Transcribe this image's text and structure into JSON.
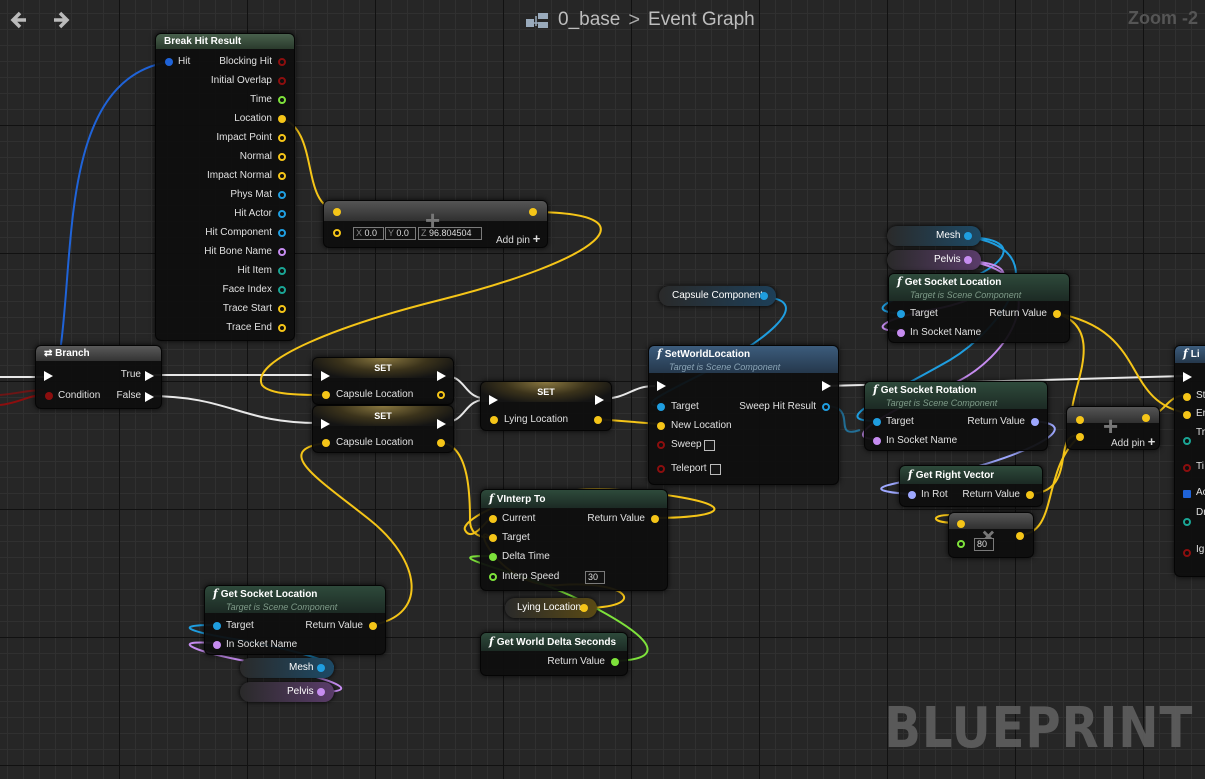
{
  "header": {
    "back_icon": "arrow-left-icon",
    "forward_icon": "arrow-right-icon",
    "graph_icon": "blueprint-graph-icon",
    "breadcrumb_asset": "0_base",
    "breadcrumb_separator": ">",
    "breadcrumb_graph": "Event Graph",
    "zoom": "Zoom -2"
  },
  "watermark": "BLUEPRINT",
  "colors": {
    "exec": "#ffffff",
    "vector": "#f5c518",
    "object": "#1f9ee0",
    "name": "#c68cf0",
    "float": "#7ee23b",
    "bool": "#8c0e0e",
    "rotator": "#9ea8ff",
    "struct_teal": "#1aa595",
    "background": "#262626"
  },
  "nodes": {
    "break_hit": {
      "title": "Break Hit Result",
      "in_hit": "Hit",
      "outputs": [
        "Blocking Hit",
        "Initial Overlap",
        "Time",
        "Location",
        "Impact Point",
        "Normal",
        "Impact Normal",
        "Phys Mat",
        "Hit Actor",
        "Hit Component",
        "Hit Bone Name",
        "Hit Item",
        "Face Index",
        "Trace Start",
        "Trace End"
      ]
    },
    "make_vector": {
      "x_label": "X",
      "x": "0.0",
      "y_label": "Y",
      "y": "0.0",
      "z_label": "Z",
      "z": "96.804504",
      "add_pin": "Add pin"
    },
    "branch": {
      "title": "Branch",
      "condition": "Condition",
      "true": "True",
      "false": "False"
    },
    "set1": {
      "title": "SET",
      "pin": "Capsule Location"
    },
    "set2": {
      "title": "SET",
      "pin": "Capsule Location"
    },
    "set3": {
      "title": "SET",
      "pin": "Lying Location"
    },
    "capsule_component": {
      "label": "Capsule Component"
    },
    "set_world_location": {
      "title": "SetWorldLocation",
      "subtitle": "Target is Scene Component",
      "target": "Target",
      "new_location": "New Location",
      "sweep": "Sweep",
      "teleport": "Teleport",
      "sweep_hit": "Sweep Hit Result"
    },
    "vinterp": {
      "title": "VInterp To",
      "current": "Current",
      "target": "Target",
      "delta": "Delta Time",
      "speed": "Interp Speed",
      "speed_value": "30",
      "return": "Return Value"
    },
    "lying_location": {
      "label": "Lying Location"
    },
    "world_delta": {
      "title": "Get World Delta Seconds",
      "return": "Return Value"
    },
    "gsl_left": {
      "title": "Get Socket Location",
      "subtitle": "Target is Scene Component",
      "target": "Target",
      "socket": "In Socket Name",
      "return": "Return Value"
    },
    "mesh_left": {
      "label": "Mesh"
    },
    "pelvis_left": {
      "label": "Pelvis"
    },
    "mesh_right": {
      "label": "Mesh"
    },
    "pelvis_right": {
      "label": "Pelvis"
    },
    "gsl_right": {
      "title": "Get Socket Location",
      "subtitle": "Target is Scene Component",
      "target": "Target",
      "socket": "In Socket Name",
      "return": "Return Value"
    },
    "gsr": {
      "title": "Get Socket Rotation",
      "subtitle": "Target is Scene Component",
      "target": "Target",
      "socket": "In Socket Name",
      "return": "Return Value"
    },
    "add_vector": {
      "add_pin": "Add pin"
    },
    "right_vector": {
      "title": "Get Right Vector",
      "in": "In Rot",
      "return": "Return Value"
    },
    "multiply": {
      "value": "80"
    },
    "line_trace": {
      "title": "Li",
      "pins": [
        "St",
        "En",
        "Tr",
        "Ti",
        "Ac",
        "Dr",
        "Ig"
      ]
    }
  }
}
